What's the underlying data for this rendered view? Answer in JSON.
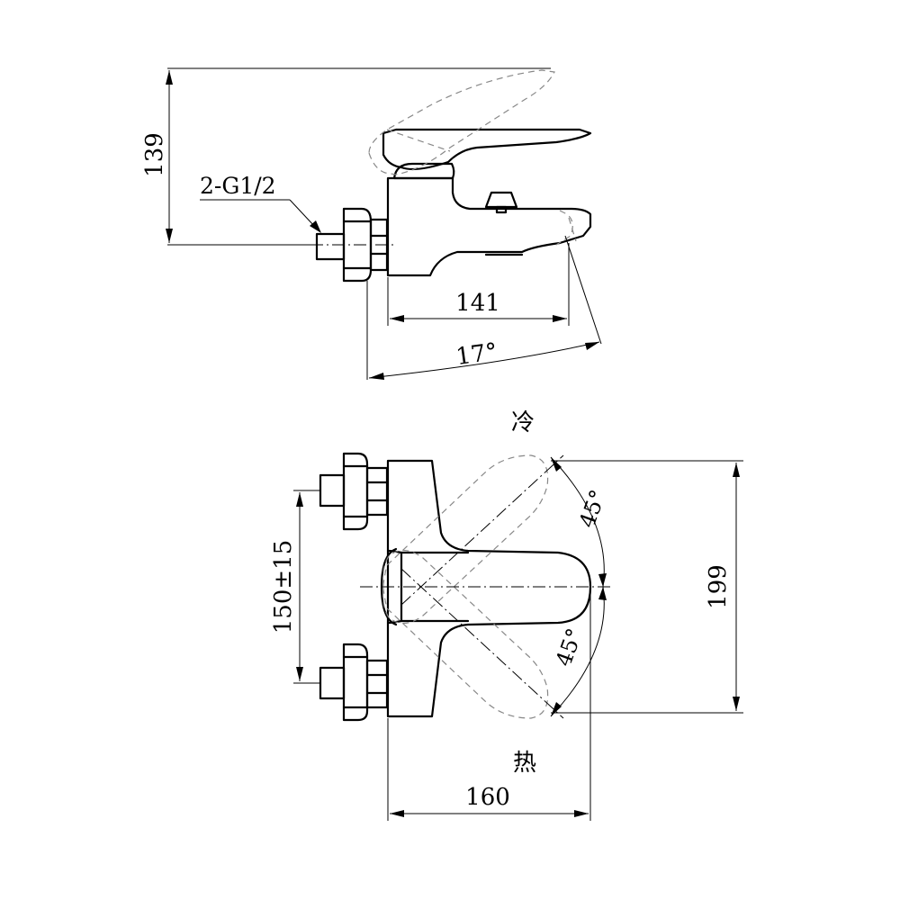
{
  "dimensions": {
    "height_139": "139",
    "thread": "2-G1/2",
    "length_141": "141",
    "angle_17": "17°",
    "angle_45_top": "45°",
    "angle_45_bottom": "45°",
    "spacing": "150±15",
    "width_199": "199",
    "depth_160": "160"
  },
  "labels": {
    "cold": "冷",
    "hot": "热"
  }
}
